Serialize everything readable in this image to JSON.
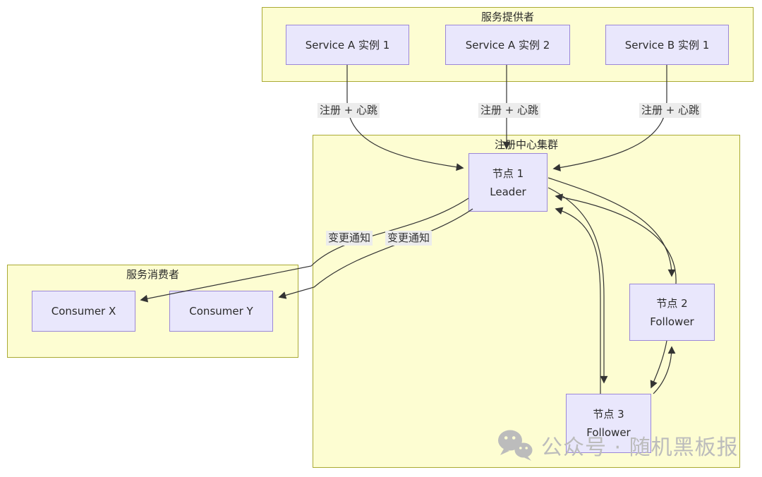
{
  "diagram": {
    "providers": {
      "title": "服务提供者",
      "nodes": [
        {
          "label": "Service A 实例 1"
        },
        {
          "label": "Service A 实例 2"
        },
        {
          "label": "Service B 实例 1"
        }
      ]
    },
    "cluster": {
      "title": "注册中心集群",
      "nodes": [
        {
          "line1": "节点 1",
          "line2": "Leader"
        },
        {
          "line1": "节点 2",
          "line2": "Follower"
        },
        {
          "line1": "节点 3",
          "line2": "Follower"
        }
      ]
    },
    "consumers": {
      "title": "服务消费者",
      "nodes": [
        {
          "label": "Consumer X"
        },
        {
          "label": "Consumer Y"
        }
      ]
    },
    "edge_labels": {
      "register": "注册 + 心跳",
      "notify": "变更通知"
    }
  },
  "watermark": {
    "icon": "wechat-icon",
    "text": "公众号 · 随机黑板报"
  },
  "colors": {
    "container_fill": "#fdfdd2",
    "container_stroke": "#aaaa33",
    "node_fill": "#e9e7fc",
    "node_stroke": "#9b87d8",
    "label_bg": "#ececec",
    "edge_color": "#333333",
    "text_color": "#2b2b2b",
    "watermark_color": "#bcbcbc"
  }
}
